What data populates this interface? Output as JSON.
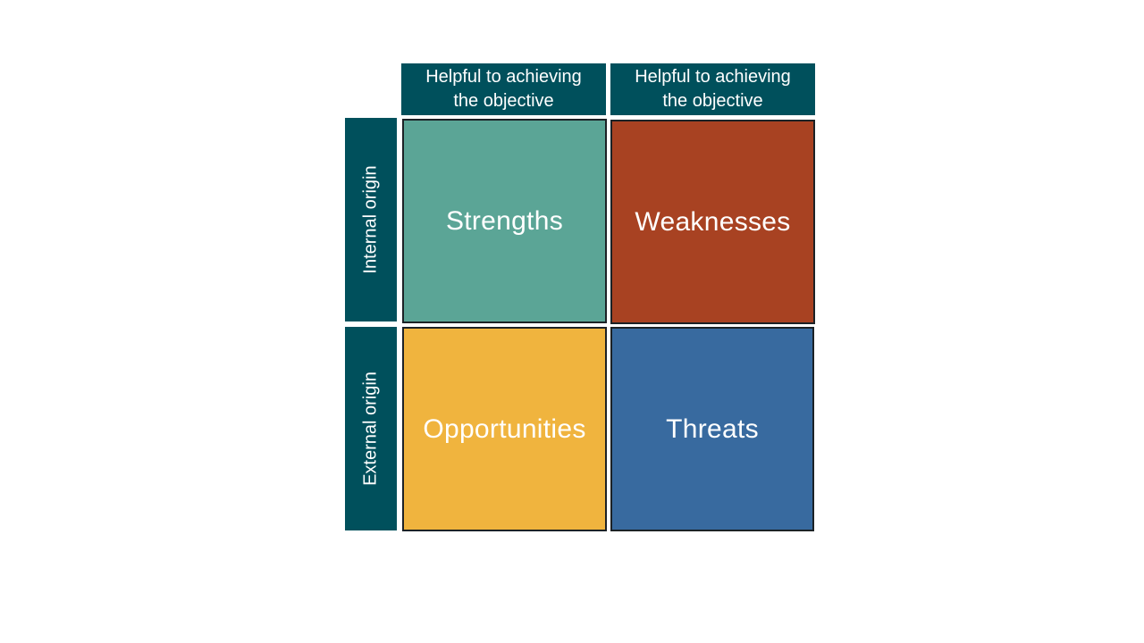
{
  "colors": {
    "header": "#00505c",
    "strengths": "#5ba596",
    "weaknesses": "#a84222",
    "opportunities": "#f0b43e",
    "threats": "#386a9f",
    "border": "#1c2226"
  },
  "column_headers": [
    "Helpful to achieving\nthe objective",
    "Helpful to achieving\nthe objective"
  ],
  "row_headers": [
    "Internal origin",
    "External origin"
  ],
  "quadrants": {
    "strengths": "Strengths",
    "weaknesses": "Weaknesses",
    "opportunities": "Opportunities",
    "threats": "Threats"
  }
}
